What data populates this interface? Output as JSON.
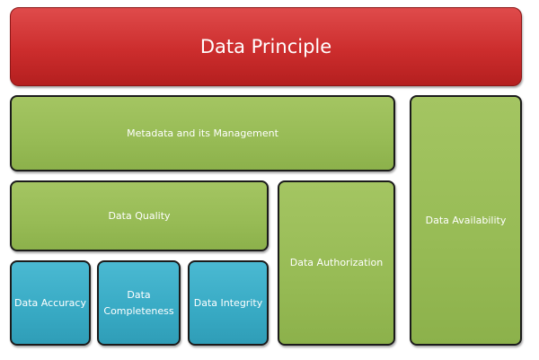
{
  "diagram": {
    "title": "Data Principle",
    "boxes": {
      "metadata": "Metadata and its Management",
      "quality": "Data Quality",
      "authorization": "Data Authorization",
      "availability": "Data Availability",
      "accuracy": "Data Accuracy",
      "completeness": "Data Completeness",
      "integrity": "Data Integrity"
    }
  },
  "colors": {
    "title_box": "#cc2d2d",
    "category_box": "#97bb55",
    "sub_box": "#38aac4"
  }
}
